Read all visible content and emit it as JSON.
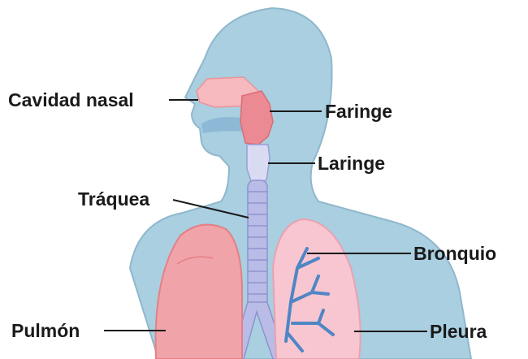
{
  "labels": {
    "nasal_cavity": "Cavidad nasal",
    "pharynx": "Faringe",
    "larynx": "Laringe",
    "trachea": "Tráquea",
    "bronchus": "Bronquio",
    "lung": "Pulmón",
    "pleura": "Pleura"
  },
  "colors": {
    "body": "#a9cfe0",
    "body_outline": "#8fb8cc",
    "lung": "#f0a3a8",
    "lung_dark": "#e57f86",
    "pleura": "#f7c6d0",
    "airway": "#b8bce6",
    "airway_dark": "#8f93cf",
    "bronchi": "#4f86c6",
    "pharynx": "#ec8a93",
    "nasal": "#f6b9bd",
    "mouth": "#8db9d6"
  }
}
